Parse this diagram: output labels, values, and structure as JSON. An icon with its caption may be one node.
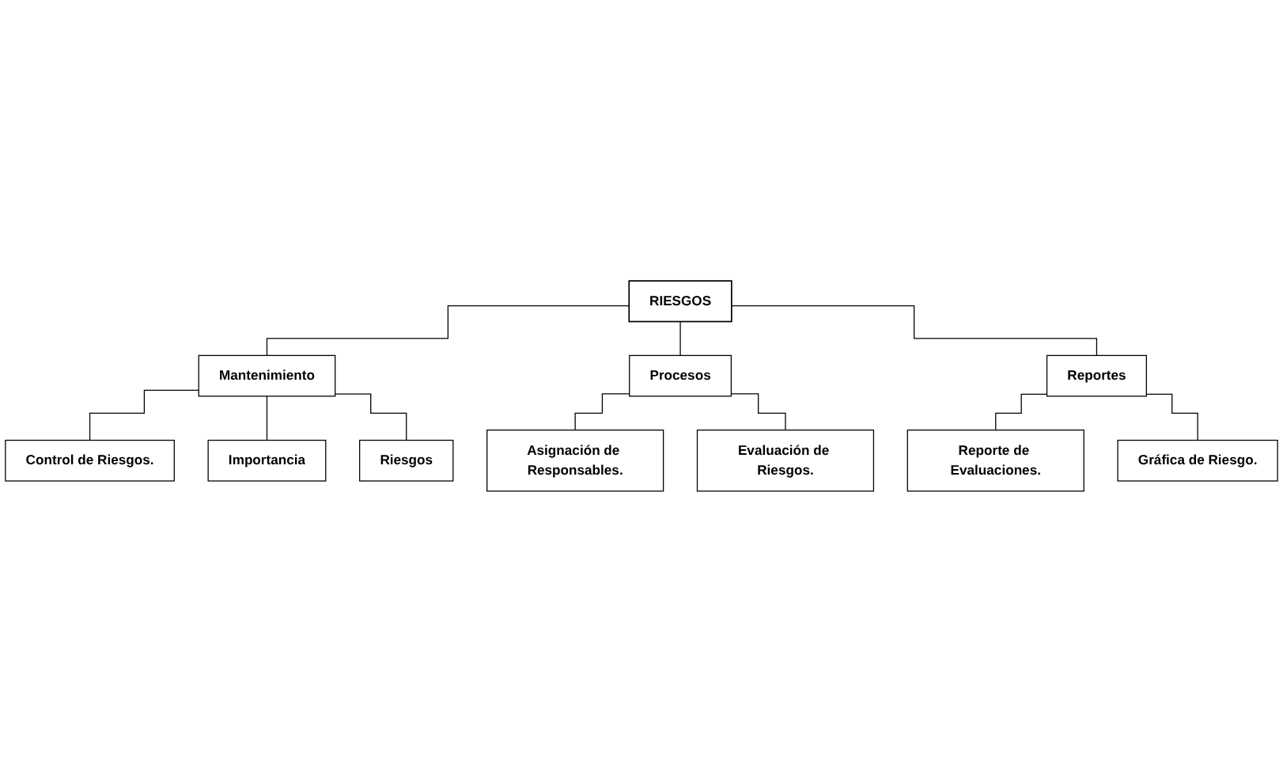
{
  "diagram": {
    "nodes": [
      {
        "text": [
          "RIESGOS"
        ]
      },
      {
        "text": [
          "Mantenimiento"
        ]
      },
      {
        "text": [
          "Procesos"
        ]
      },
      {
        "text": [
          "Reportes"
        ]
      },
      {
        "text": [
          "Control de Riesgos."
        ]
      },
      {
        "text": [
          "Importancia"
        ]
      },
      {
        "text": [
          "Riesgos"
        ]
      },
      {
        "text": [
          "Asignación de Responsables."
        ]
      },
      {
        "text": [
          "Evaluación de Riesgos."
        ]
      },
      {
        "text": [
          "Reporte de Evaluaciones."
        ]
      },
      {
        "text": [
          "Gráfica de Riesgo."
        ]
      }
    ],
    "edges": [
      {
        "from": 0,
        "to": 1,
        "arrow": "none"
      },
      {
        "from": 0,
        "to": 2,
        "arrow": "none"
      },
      {
        "from": 0,
        "to": 3,
        "arrow": "none"
      },
      {
        "from": 1,
        "to": 4,
        "arrow": "none"
      },
      {
        "from": 1,
        "to": 5,
        "arrow": "none"
      },
      {
        "from": 1,
        "to": 6,
        "arrow": "none"
      },
      {
        "from": 2,
        "to": 7,
        "arrow": "none"
      },
      {
        "from": 2,
        "to": 8,
        "arrow": "none"
      },
      {
        "from": 3,
        "to": 9,
        "arrow": "none"
      },
      {
        "from": 3,
        "to": 10,
        "arrow": "none"
      }
    ]
  }
}
